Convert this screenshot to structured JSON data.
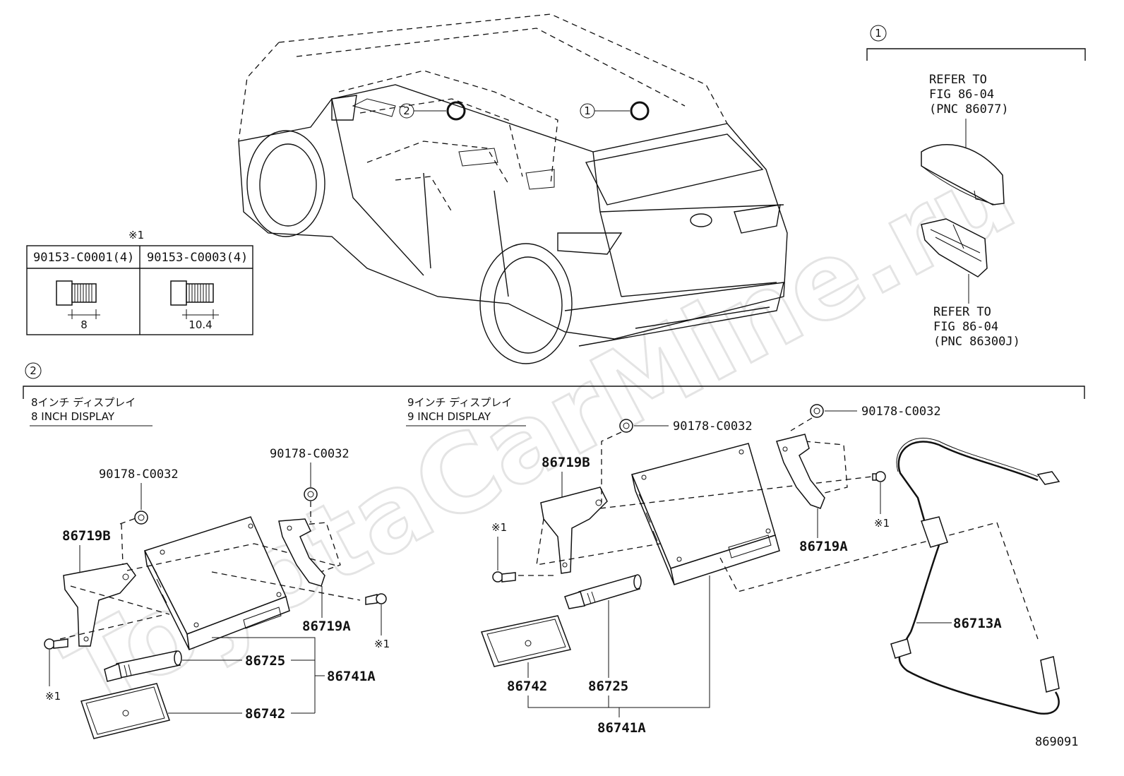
{
  "watermark": "ToyotaCarMine.ru",
  "vehicle": {
    "callout_1": "1",
    "callout_2": "2"
  },
  "fastener_table": {
    "note": "※1",
    "columns": [
      {
        "part": "90153-C0001(4)",
        "dimension": "8"
      },
      {
        "part": "90153-C0003(4)",
        "dimension": "10.4"
      }
    ]
  },
  "section_1": {
    "marker": "1",
    "refs": [
      {
        "line1": "REFER TO",
        "line2": "FIG 86-04",
        "line3": "(PNC 86077)"
      },
      {
        "line1": "REFER TO",
        "line2": "FIG 86-04",
        "line3": "(PNC 86300J)"
      }
    ]
  },
  "section_2": {
    "marker": "2",
    "left": {
      "title_jp": "8インチ ディスプレイ",
      "title_en": "8 INCH DISPLAY",
      "labels": {
        "nut_a": "90178-C0032",
        "nut_b": "90178-C0032",
        "bracket_b": "86719B",
        "bracket_a": "86719A",
        "mark_right": "※1",
        "mark_left": "※1",
        "cylinder": "86725",
        "assembly": "86741A",
        "plate": "86742"
      }
    },
    "right": {
      "title_jp": "9インチ ディスプレイ",
      "title_en": "9 INCH DISPLAY",
      "labels": {
        "nut_a": "90178-C0032",
        "nut_b": "90178-C0032",
        "bracket_b": "86719B",
        "bracket_a": "86719A",
        "mark_left": "※1",
        "mark_right": "※1",
        "cable": "86713A",
        "plate": "86742",
        "cylinder": "86725",
        "assembly": "86741A"
      }
    }
  },
  "figure_number": "869091"
}
